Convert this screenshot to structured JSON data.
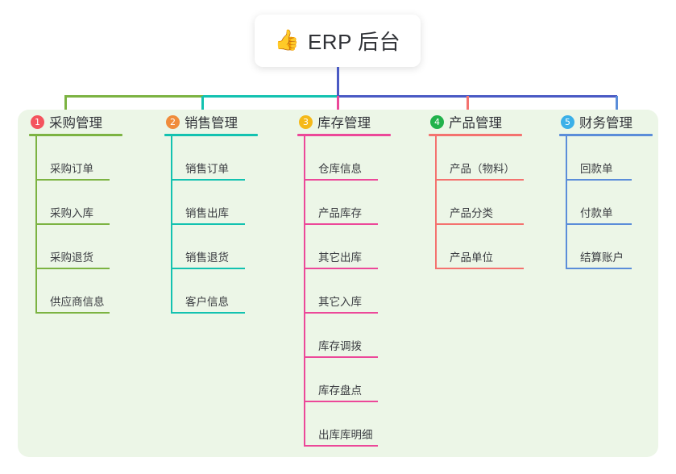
{
  "root": {
    "icon": "thumbs-up-icon",
    "emoji": "👍",
    "title": "ERP 后台"
  },
  "panel": {
    "background": "#ecf6e7"
  },
  "connectors": {
    "trunk_color": "#4a5ac4",
    "bus_segments": [
      {
        "color": "#7cb342",
        "from": "col1",
        "to": "col2"
      },
      {
        "color": "#13c2b0",
        "from": "col2",
        "to": "col3"
      },
      {
        "color": "#4a5ac4",
        "from": "col3",
        "to": "col5"
      }
    ],
    "drop_colors": [
      "#7cb342",
      "#13c2b0",
      "#ec4899",
      "#f4726f",
      "#5b8dd9"
    ]
  },
  "columns": [
    {
      "index": "1",
      "badge_color": "#f4545e",
      "accent": "#7cb342",
      "title": "采购管理",
      "width": 168,
      "rule_width": 116,
      "leaf_rule_width": 92,
      "leaves": [
        {
          "label": "采购订单"
        },
        {
          "label": "采购入库"
        },
        {
          "label": "采购退货"
        },
        {
          "label": "供应商信息"
        }
      ]
    },
    {
      "index": "2",
      "badge_color": "#f08c3c",
      "accent": "#13c2b0",
      "title": "销售管理",
      "width": 165,
      "rule_width": 116,
      "leaf_rule_width": 92,
      "leaves": [
        {
          "label": "销售订单"
        },
        {
          "label": "销售出库"
        },
        {
          "label": "销售退货"
        },
        {
          "label": "客户信息"
        }
      ]
    },
    {
      "index": "3",
      "badge_color": "#f5b919",
      "accent": "#ec4899",
      "title": "库存管理",
      "width": 163,
      "rule_width": 116,
      "leaf_rule_width": 92,
      "leaves": [
        {
          "label": "仓库信息"
        },
        {
          "label": "产品库存"
        },
        {
          "label": "其它出库"
        },
        {
          "label": "其它入库"
        },
        {
          "label": "库存调拨"
        },
        {
          "label": "库存盘点"
        },
        {
          "label": "出库库明细"
        }
      ]
    },
    {
      "index": "4",
      "badge_color": "#21b24b",
      "accent": "#f4726f",
      "title": "产品管理",
      "width": 162,
      "rule_width": 116,
      "leaf_rule_width": 110,
      "leaves": [
        {
          "label": "产品（物料）"
        },
        {
          "label": "产品分类"
        },
        {
          "label": "产品单位"
        }
      ]
    },
    {
      "index": "5",
      "badge_color": "#3bb0e8",
      "accent": "#5b8dd9",
      "title": "财务管理",
      "width": 137,
      "rule_width": 116,
      "leaf_rule_width": 82,
      "leaves": [
        {
          "label": "回款单"
        },
        {
          "label": "付款单"
        },
        {
          "label": "结算账户"
        }
      ]
    }
  ]
}
